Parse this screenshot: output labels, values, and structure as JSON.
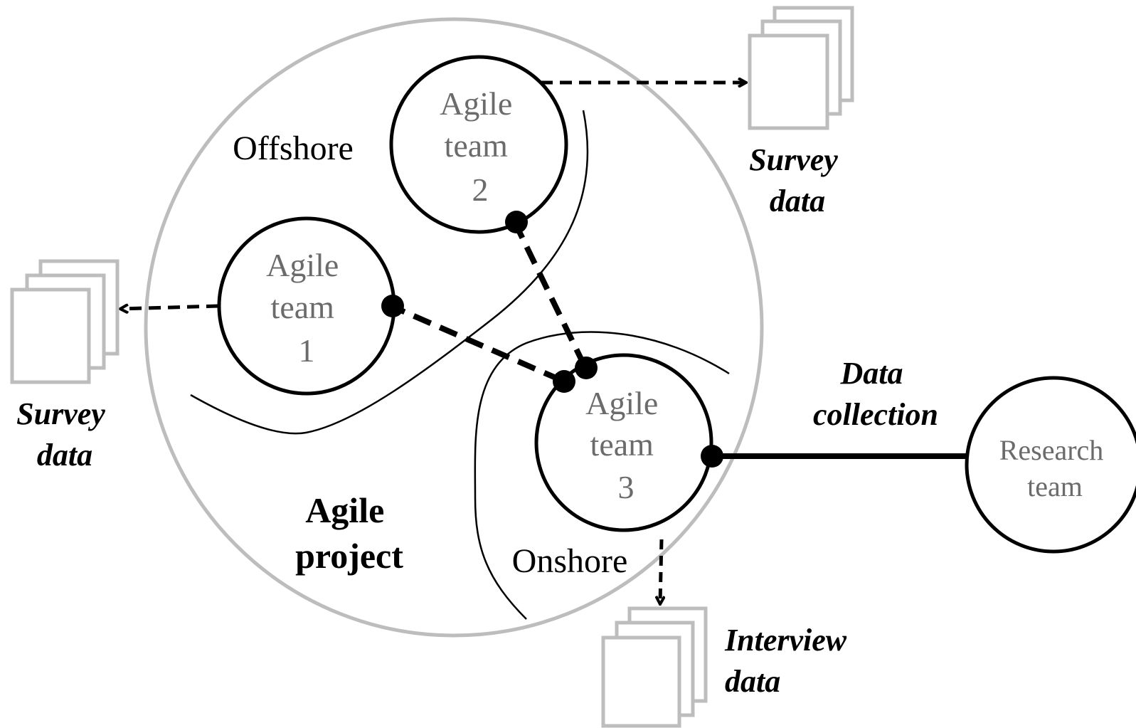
{
  "project": {
    "label_lines": [
      "Agile",
      "project"
    ]
  },
  "regions": {
    "offshore": "Offshore",
    "onshore": "Onshore"
  },
  "teams": [
    {
      "lines": [
        "Agile",
        "team",
        "1"
      ]
    },
    {
      "lines": [
        "Agile",
        "team",
        "2"
      ]
    },
    {
      "lines": [
        "Agile",
        "team",
        "3"
      ]
    }
  ],
  "research_team": {
    "lines": [
      "Research",
      "team"
    ]
  },
  "data_collection": {
    "lines": [
      "Data",
      "collection"
    ]
  },
  "outputs": {
    "survey_left": {
      "lines": [
        "Survey",
        "data"
      ]
    },
    "survey_top": {
      "lines": [
        "Survey",
        "data"
      ]
    },
    "interview": {
      "lines": [
        "Interview",
        "data"
      ]
    }
  },
  "colors": {
    "outer_circle": "#bdbdbd",
    "document_icon": "#bdbdbd",
    "team_text": "#6b6b6b",
    "lines": "#000000"
  }
}
